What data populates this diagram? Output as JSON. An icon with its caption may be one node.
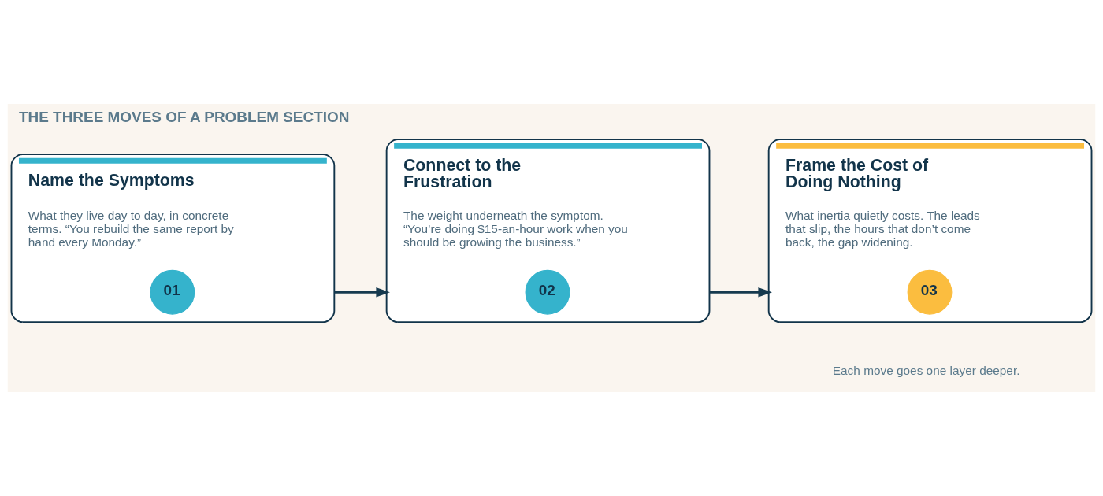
{
  "diagram": {
    "title": "THE THREE MOVES OF A PROBLEM SECTION",
    "caption": "Each move goes one layer deeper.",
    "nodes": [
      {
        "text": [
          "Name the Symptoms",
          "What they live day to day, in concrete terms. “You rebuild the same report by hand every Monday.”"
        ]
      },
      {
        "text": [
          "01"
        ],
        "in": 0
      },
      {
        "text": [
          "Connect to the Frustration",
          "The weight underneath the symptom. “You’re doing $15-an-hour work when you should be growing the business.”"
        ]
      },
      {
        "text": [
          "02"
        ],
        "in": 2
      },
      {
        "text": [
          "Frame the Cost of Doing Nothing",
          "What inertia quietly costs. The leads that slip, the hours that don’t come back, the gap widening."
        ]
      },
      {
        "text": [
          "03"
        ],
        "in": 4
      }
    ],
    "edges": [
      {
        "from": 0,
        "to": 2,
        "arrow": "to"
      },
      {
        "from": 2,
        "to": 4,
        "arrow": "to"
      }
    ]
  }
}
